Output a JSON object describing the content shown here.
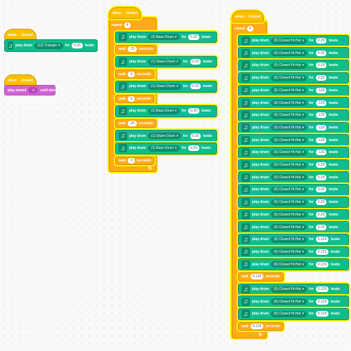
{
  "hat_label": "when",
  "clicked_label": "clicked",
  "play_drum_label": "play drum",
  "for_label": "for",
  "beats_label": "beats",
  "wait_label": "wait",
  "seconds_label": "seconds",
  "repeat_label": "repeat",
  "play_sound_label": "play sound",
  "until_done_label": "until done",
  "icons": {
    "music": "music-note-icon",
    "flag": "green-flag-icon",
    "dropdown": "dropdown-arrow-icon",
    "loop": "loop-arrow-icon"
  },
  "colors": {
    "events": "#FFBF00",
    "control": "#FFAB19",
    "music": "#0FBD8C",
    "sound": "#CF63CF",
    "glow": "#FFF200"
  },
  "script1": {
    "drum": "(12) Triangle",
    "beats": "0.25"
  },
  "script2": {
    "sound": ""
  },
  "script3": {
    "repeat": "4",
    "items": [
      {
        "kind": "drum",
        "drum": "(2) Bass Drum",
        "beats": "0.25"
      },
      {
        "kind": "wait",
        "seconds": ".75"
      },
      {
        "kind": "drum",
        "drum": "(1) Snare Drum",
        "beats": "0.25"
      },
      {
        "kind": "wait",
        "seconds": ".5"
      },
      {
        "kind": "drum",
        "drum": "(1) Snare Drum",
        "beats": "0.25"
      },
      {
        "kind": "wait",
        "seconds": ".5"
      },
      {
        "kind": "drum",
        "drum": "(2) Bass Drum",
        "beats": "0.25"
      },
      {
        "kind": "wait",
        "seconds": ".25"
      },
      {
        "kind": "drum",
        "drum": "(1) Snare Drum",
        "beats": "0.25"
      },
      {
        "kind": "drum",
        "drum": "(2) Bass Drum",
        "beats": "0.25"
      },
      {
        "kind": "wait",
        "seconds": ".5"
      }
    ]
  },
  "script4": {
    "repeat": "4",
    "items": [
      {
        "kind": "drum",
        "drum": "(6) Closed Hi-Hat",
        "beats": "0.25"
      },
      {
        "kind": "drum",
        "drum": "(6) Closed Hi-Hat",
        "beats": "0.25"
      },
      {
        "kind": "drum",
        "drum": "(6) Closed Hi-Hat",
        "beats": "0.25"
      },
      {
        "kind": "drum",
        "drum": "(6) Closed Hi-Hat",
        "beats": "0.25"
      },
      {
        "kind": "drum",
        "drum": "(6) Closed Hi-Hat",
        "beats": ".125"
      },
      {
        "kind": "drum",
        "drum": "(6) Closed Hi-Hat",
        "beats": ".125"
      },
      {
        "kind": "drum",
        "drum": "(6) Closed Hi-Hat",
        "beats": ".125"
      },
      {
        "kind": "drum",
        "drum": "(6) Closed Hi-Hat",
        "beats": ".125"
      },
      {
        "kind": "drum",
        "drum": "(6) Closed Hi-Hat",
        "beats": ".125"
      },
      {
        "kind": "drum",
        "drum": "(6) Closed Hi-Hat",
        "beats": ".125"
      },
      {
        "kind": "drum",
        "drum": "(6) Closed Hi-Hat",
        "beats": "0.25"
      },
      {
        "kind": "drum",
        "drum": "(6) Closed Hi-Hat",
        "beats": "0.25"
      },
      {
        "kind": "drum",
        "drum": "(6) Closed Hi-Hat",
        "beats": "0.25"
      },
      {
        "kind": "drum",
        "drum": "(6) Closed Hi-Hat",
        "beats": "0.25"
      },
      {
        "kind": "drum",
        "drum": "(6) Closed Hi-Hat",
        "beats": "0.25"
      },
      {
        "kind": "drum",
        "drum": "(6) Closed Hi-Hat",
        "beats": "0.25"
      },
      {
        "kind": "drum",
        "drum": "(6) Closed Hi-Hat",
        "beats": "0.125"
      },
      {
        "kind": "drum",
        "drum": "(6) Closed Hi-Hat",
        "beats": "0.125"
      },
      {
        "kind": "drum",
        "drum": "(6) Closed Hi-Hat",
        "beats": "0.125"
      },
      {
        "kind": "wait",
        "seconds": "0.125"
      },
      {
        "kind": "drum",
        "drum": "(6) Closed Hi-Hat",
        "beats": "0.125"
      },
      {
        "kind": "drum",
        "drum": "(6) Closed Hi-Hat",
        "beats": "0.125"
      },
      {
        "kind": "drum",
        "drum": "(6) Closed Hi-Hat",
        "beats": "0.125"
      },
      {
        "kind": "wait",
        "seconds": "0.125"
      }
    ]
  }
}
